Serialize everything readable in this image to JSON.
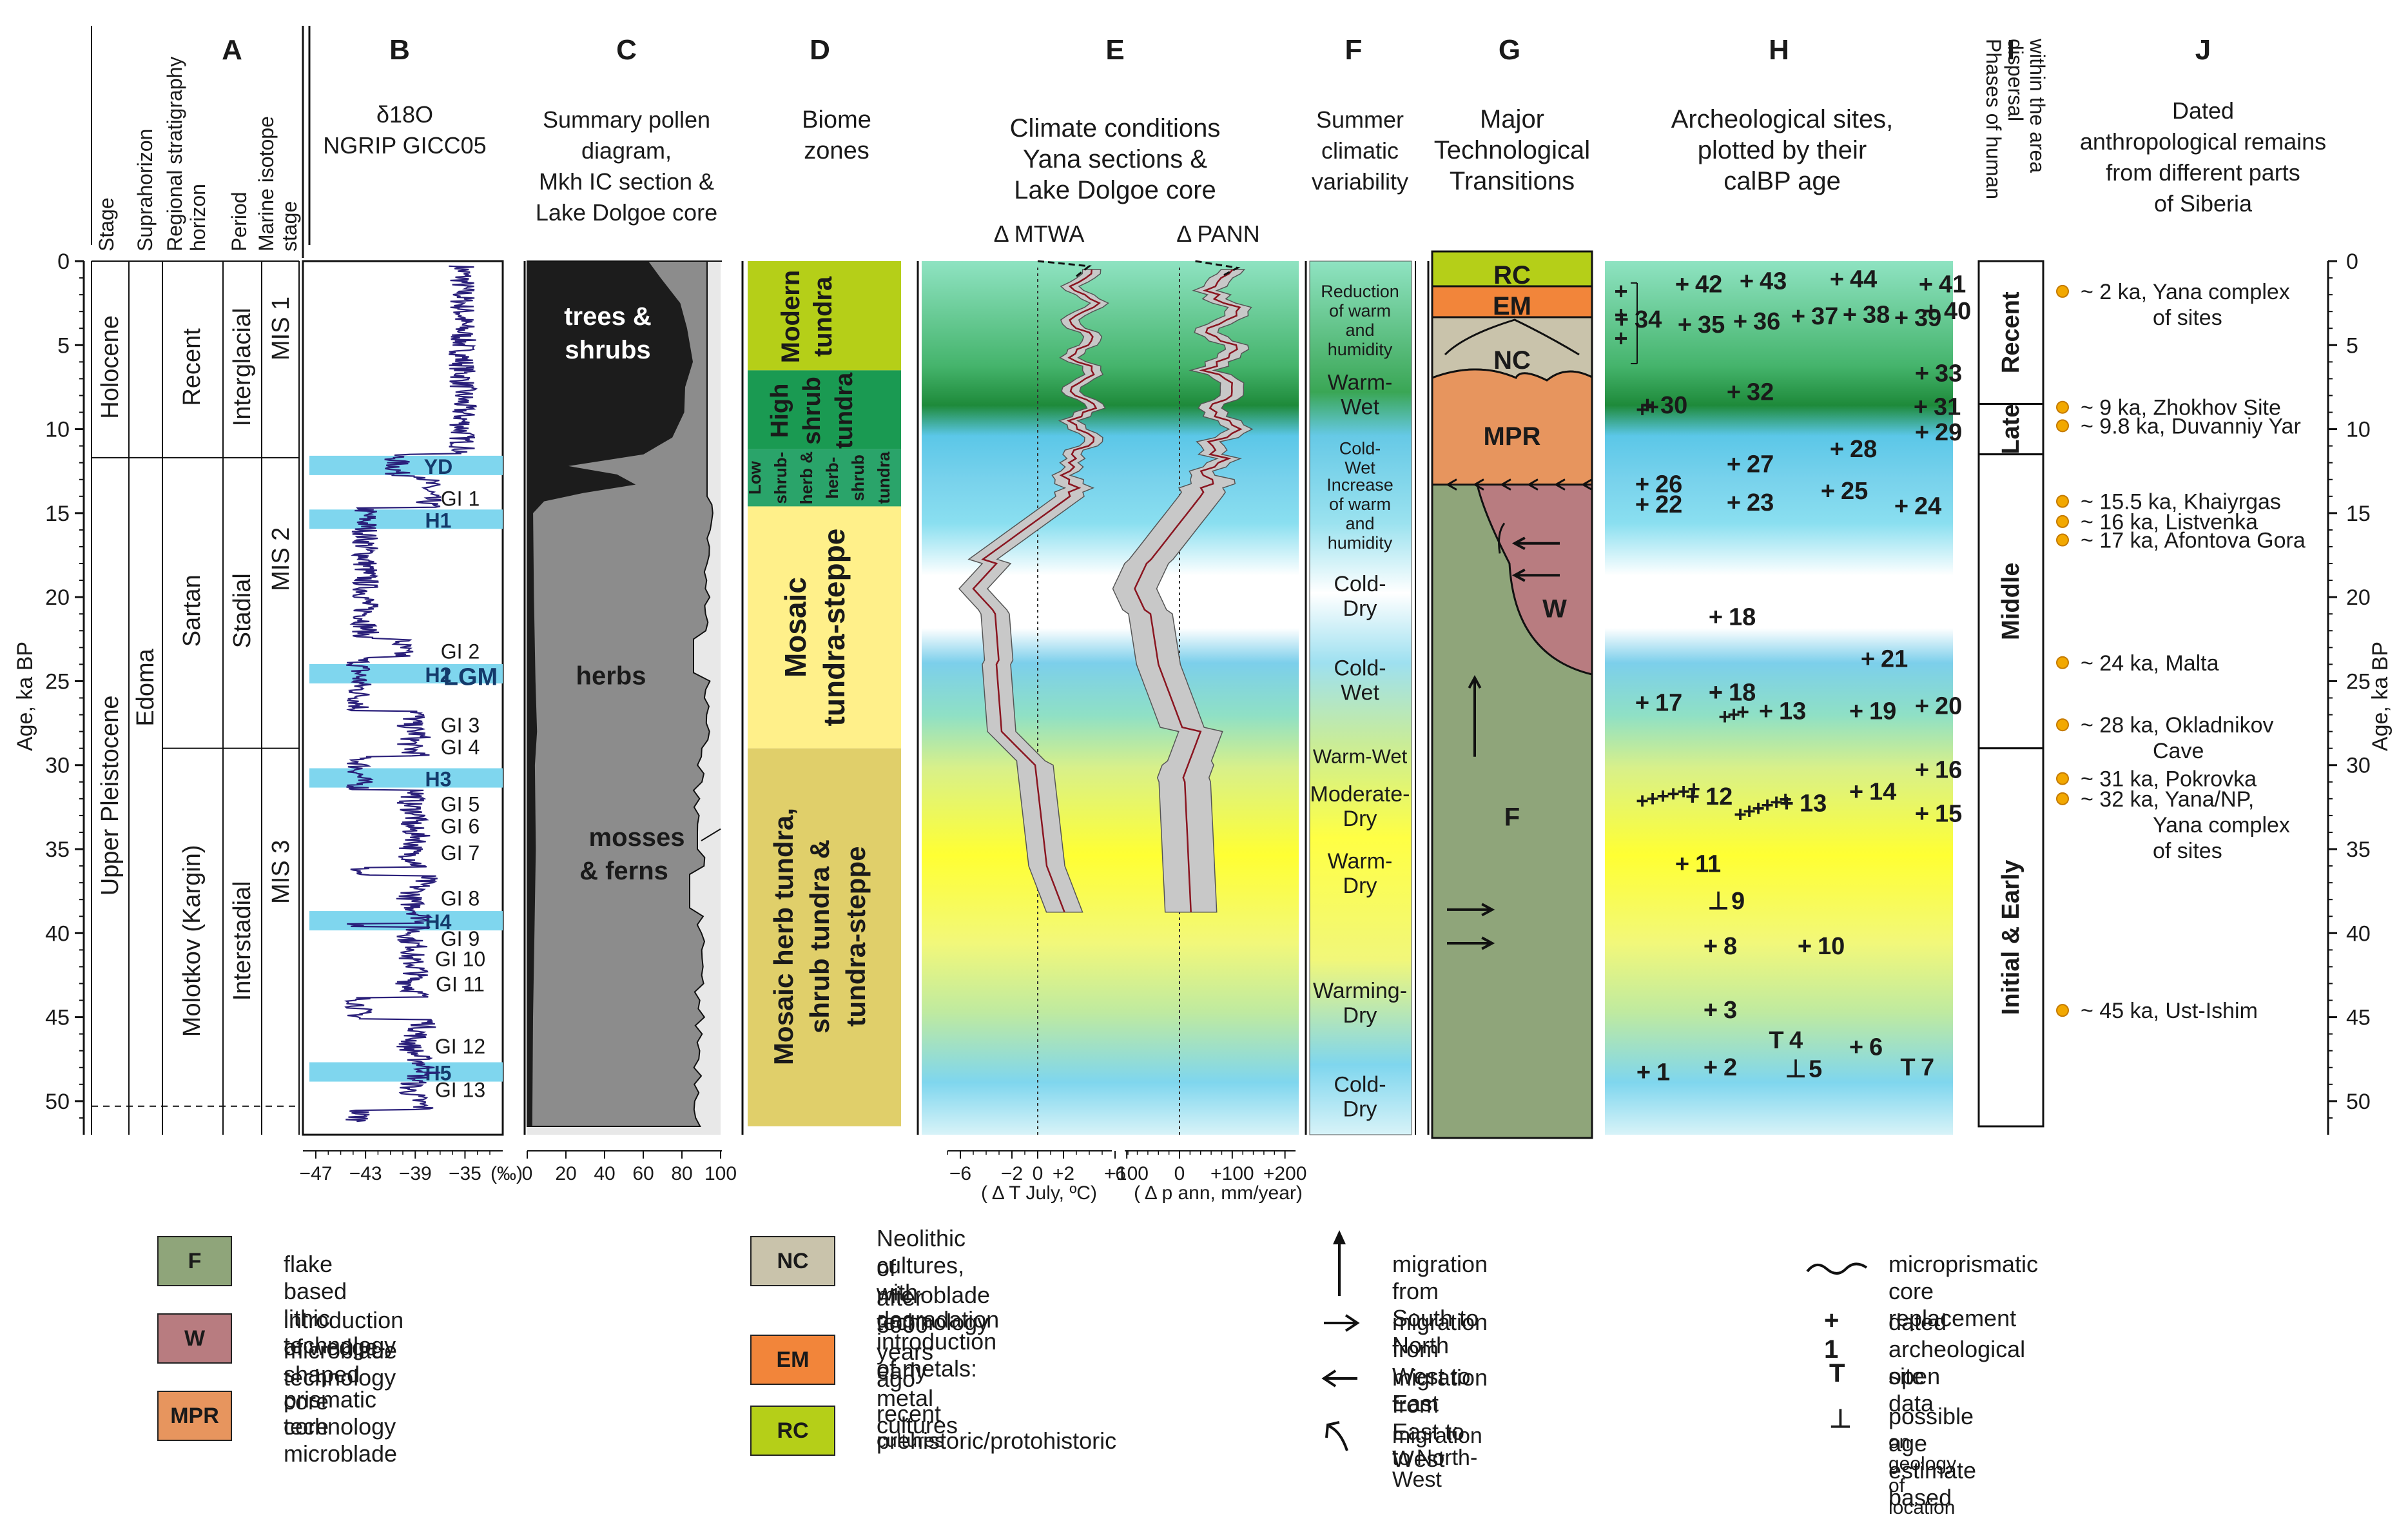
{
  "column_letters": [
    "A",
    "B",
    "C",
    "D",
    "E",
    "F",
    "G",
    "H",
    "I",
    "J"
  ],
  "headers": {
    "A_cols": [
      "Stage",
      "Suprahorizon",
      "Regional stratigraphy horizon",
      "Period",
      "Marine isotope stage"
    ],
    "B": "δ18O",
    "B2": "NGRIP GICC05",
    "C": [
      "Summary pollen",
      "diagram,",
      "Mkh IC section &",
      "Lake Dolgoe core"
    ],
    "D": [
      "Biome",
      "zones"
    ],
    "E": [
      "Climate conditions",
      "Yana sections &",
      "Lake Dolgoe core"
    ],
    "E_sub_left": "Δ MTWA",
    "E_sub_right": "Δ PANN",
    "F": [
      "Summer",
      "climatic",
      "variability"
    ],
    "G": [
      "Major",
      "Technological",
      "Transitions"
    ],
    "H": [
      "Archeological sites,",
      "plotted by their",
      "calBP age"
    ],
    "I": [
      "Phases of human",
      "dispersal",
      "within the area"
    ],
    "J": [
      "Dated",
      "anthropological remains",
      "from different parts",
      "of Siberia"
    ]
  },
  "age_axis": {
    "label": "Age, ka BP",
    "ticks": [
      0,
      5,
      10,
      15,
      20,
      25,
      30,
      35,
      40,
      45,
      50
    ]
  },
  "column_A": {
    "stage": [
      {
        "label": "Holocene",
        "from": 0,
        "to": 11.7
      },
      {
        "label": "Upper Pleistocene",
        "from": 11.7,
        "to": 52
      }
    ],
    "suprahorizon": [
      {
        "label": "Edoma",
        "from": 11.7,
        "to": 52
      }
    ],
    "regional": [
      {
        "label": "Recent",
        "from": 0,
        "to": 11.7
      },
      {
        "label": "Sartan",
        "from": 11.7,
        "to": 29
      },
      {
        "label": "Molotkov (Kargin)",
        "from": 29,
        "to": 52
      }
    ],
    "period": [
      {
        "label": "Interglacial",
        "from": 0,
        "to": 11.7
      },
      {
        "label": "Stadial",
        "from": 11.7,
        "to": 29
      },
      {
        "label": "Interstadial",
        "from": 29,
        "to": 52
      }
    ],
    "mis": [
      {
        "label": "MIS 1",
        "from": 0,
        "to": 11.7
      },
      {
        "label": "MIS 2",
        "from": 11.7,
        "to": 29
      },
      {
        "label": "MIS 3",
        "from": 29,
        "to": 52
      }
    ]
  },
  "column_B": {
    "xticks": [
      "-47",
      "-43",
      "-39",
      "-35"
    ],
    "unit": "(‰)",
    "bands": [
      {
        "label": "YD",
        "age": 12.2
      },
      {
        "label": "H1",
        "age": 15.4
      },
      {
        "label": "H2",
        "age": 24.6
      },
      {
        "label": "H3",
        "age": 30.8
      },
      {
        "label": "H4",
        "age": 39.3
      },
      {
        "label": "H5",
        "age": 48.3
      }
    ],
    "extra_labels": [
      {
        "label": "LGM",
        "age": 24.7
      }
    ],
    "gi_labels": [
      {
        "label": "GI 1",
        "age": 14.1
      },
      {
        "label": "GI 2",
        "age": 23.2
      },
      {
        "label": "GI 3",
        "age": 27.6
      },
      {
        "label": "GI 4",
        "age": 28.9
      },
      {
        "label": "GI 5",
        "age": 32.3
      },
      {
        "label": "GI 6",
        "age": 33.6
      },
      {
        "label": "GI 7",
        "age": 35.2
      },
      {
        "label": "GI 8",
        "age": 37.9
      },
      {
        "label": "GI 9",
        "age": 40.3
      },
      {
        "label": "GI 10",
        "age": 41.5
      },
      {
        "label": "GI 11",
        "age": 43.0
      },
      {
        "label": "GI 12",
        "age": 46.7
      },
      {
        "label": "GI 13",
        "age": 49.3
      }
    ]
  },
  "column_C": {
    "xticks": [
      "0",
      "20",
      "40",
      "60",
      "80",
      "100"
    ],
    "labels": [
      "trees &",
      "shrubs",
      "herbs",
      "mosses",
      "& ferns"
    ]
  },
  "column_D": {
    "zones": [
      {
        "label": "Modern tundra",
        "from": 0,
        "to": 6.5,
        "color": "#b5cf18"
      },
      {
        "label": "High shrub tundra",
        "from": 6.5,
        "to": 11.2,
        "color": "#1a9a52"
      },
      {
        "label": "Low shrub-herb & herb-shrub tundra",
        "from": 11.2,
        "to": 14.6,
        "color": "#2aa46a"
      },
      {
        "label": "Mosaic tundra-steppe",
        "from": 14.6,
        "to": 29,
        "color": "#fff08a"
      },
      {
        "label": "Mosaic herb tundra, shrub tundra & tundra-steppe",
        "from": 29,
        "to": 51.5,
        "color": "#e0cf6a"
      }
    ]
  },
  "column_E": {
    "mtwa_ticks": [
      "-6",
      "-2",
      "0",
      "+2",
      "+6"
    ],
    "pann_ticks": [
      "-100",
      "0",
      "+100",
      "+200"
    ],
    "mtwa_unit": "( Δ T July, ºC)",
    "pann_unit": "( Δ p ann, mm/year)"
  },
  "column_F": [
    {
      "label": "Reduction of warm and humidity",
      "age": 3.5
    },
    {
      "label": "Warm-Wet",
      "age": 8
    },
    {
      "label": "Cold-Wet",
      "age": 11.5
    },
    {
      "label": "Increase of warm and humidity",
      "age": 15
    },
    {
      "label": "Cold-Dry",
      "age": 20
    },
    {
      "label": "Cold-Wet",
      "age": 25
    },
    {
      "label": "Warm-Wet",
      "age": 29.5
    },
    {
      "label": "Moderate-Dry",
      "age": 32.5
    },
    {
      "label": "Warm-Dry",
      "age": 36.5
    },
    {
      "label": "Warming-Dry",
      "age": 44.2
    },
    {
      "label": "Cold-Dry",
      "age": 49.8
    }
  ],
  "column_G": {
    "labels": [
      "RC",
      "EM",
      "NC",
      "MPR",
      "W",
      "F"
    ]
  },
  "column_H": {
    "sites": [
      {
        "id": "41",
        "age": 1.4
      },
      {
        "id": "42",
        "age": 1.4
      },
      {
        "id": "43",
        "age": 1.2
      },
      {
        "id": "44",
        "age": 1.1
      },
      {
        "id": "34",
        "age": 3.5
      },
      {
        "id": "35",
        "age": 3.8
      },
      {
        "id": "36",
        "age": 3.6
      },
      {
        "id": "37",
        "age": 3.3
      },
      {
        "id": "38",
        "age": 3.2
      },
      {
        "id": "39",
        "age": 3.4
      },
      {
        "id": "40",
        "age": 3.0
      },
      {
        "id": "33",
        "age": 6.7
      },
      {
        "id": "32",
        "age": 7.8
      },
      {
        "id": "30",
        "age": 8.6
      },
      {
        "id": "31",
        "age": 8.7
      },
      {
        "id": "29",
        "age": 10.2
      },
      {
        "id": "28",
        "age": 11.2
      },
      {
        "id": "27",
        "age": 12.1
      },
      {
        "id": "26",
        "age": 13.3
      },
      {
        "id": "25",
        "age": 13.7
      },
      {
        "id": "22",
        "age": 14.5
      },
      {
        "id": "23",
        "age": 14.4
      },
      {
        "id": "24",
        "age": 14.6
      },
      {
        "id": "18",
        "age": 21.2
      },
      {
        "id": "21",
        "age": 23.7
      },
      {
        "id": "17",
        "age": 26.3
      },
      {
        "id": "18",
        "age": 25.7
      },
      {
        "id": "13",
        "age": 26.8
      },
      {
        "id": "19",
        "age": 26.8
      },
      {
        "id": "20",
        "age": 26.5
      },
      {
        "id": "16",
        "age": 30.3
      },
      {
        "id": "12",
        "age": 31.9
      },
      {
        "id": "13",
        "age": 32.3
      },
      {
        "id": "14",
        "age": 31.6
      },
      {
        "id": "15",
        "age": 32.9
      },
      {
        "id": "11",
        "age": 35.9
      },
      {
        "id": "9",
        "age": 38.1
      },
      {
        "id": "8",
        "age": 40.8
      },
      {
        "id": "10",
        "age": 40.8
      },
      {
        "id": "3",
        "age": 44.6
      },
      {
        "id": "4",
        "age": 46.4
      },
      {
        "id": "6",
        "age": 46.8
      },
      {
        "id": "1",
        "age": 48.3
      },
      {
        "id": "2",
        "age": 48.0
      },
      {
        "id": "5",
        "age": 48.1
      },
      {
        "id": "7",
        "age": 48.0
      }
    ]
  },
  "column_I": [
    {
      "label": "Recent",
      "from": 0,
      "to": 8.5
    },
    {
      "label": "Late",
      "from": 8.5,
      "to": 11.5
    },
    {
      "label": "Middle",
      "from": 11.5,
      "to": 29
    },
    {
      "label": "Initial & Early",
      "from": 29,
      "to": 51.5
    }
  ],
  "column_J": [
    {
      "label": "~ 2 ka, Yana complex",
      "label2": "of sites",
      "age": 1.8
    },
    {
      "label": "~ 9 ka, Zhokhov Site",
      "age": 8.7
    },
    {
      "label": "~ 9.8 ka, Duvanniy Yar",
      "age": 9.8
    },
    {
      "label": "~ 15.5 ka, Khaiyrgas",
      "age": 14.3
    },
    {
      "label": "~ 16 ka, Listvenka",
      "age": 15.5
    },
    {
      "label": "~ 17 ka, Afontova Gora",
      "age": 16.6
    },
    {
      "label": "~ 24 ka, Malta",
      "age": 23.9
    },
    {
      "label": "~ 28 ka, Okladnikov",
      "label2": "Cave",
      "age": 27.6
    },
    {
      "label": "~ 31 ka, Pokrovka",
      "age": 30.8
    },
    {
      "label": "~ 32 ka, Yana/NP,",
      "label2": "Yana complex",
      "label3": "of sites",
      "age": 32.0
    },
    {
      "label": "~ 45 ka, Ust-Ishim",
      "age": 44.6
    }
  ],
  "legend": {
    "F": "flake based lithic technology",
    "W": "introduction of wedge-shaped core",
    "W2": "microblade  technology",
    "MPR": "prismatic core microblade",
    "MPR2": "technology",
    "NC": "Neolithic cultures, with degradation",
    "NC2": "of microblade technology",
    "NC3": "after 3000 years ago",
    "EM": "introduction of metals:",
    "EM2": "early metal cultures",
    "RC": "recent prehistoric/protohistoric",
    "RC2": "cultures",
    "mig_sn": "migration from South to North",
    "mig_we": "migration from West to East",
    "mig_ew": "migration from East to West",
    "mig_nw": "migration to North-West",
    "micro": "microprismatic core replacement",
    "dated": "dated archeological site",
    "dated_sym": "+ 1",
    "open": "open data",
    "open_sym": "T",
    "possible": "possible age estimate based",
    "possible2": "on geology of location",
    "possible_sym": "⊥"
  },
  "colors": {
    "rc": "#b5cf18",
    "em": "#f2853a",
    "nc": "#c9c3ab",
    "mpr": "#e7955e",
    "w": "#b87c80",
    "f": "#8fa57a",
    "band": "#7fd6ee",
    "curve": "#2a1f7a",
    "dark": "#1c1c1c",
    "grey": "#8a8a8a"
  }
}
